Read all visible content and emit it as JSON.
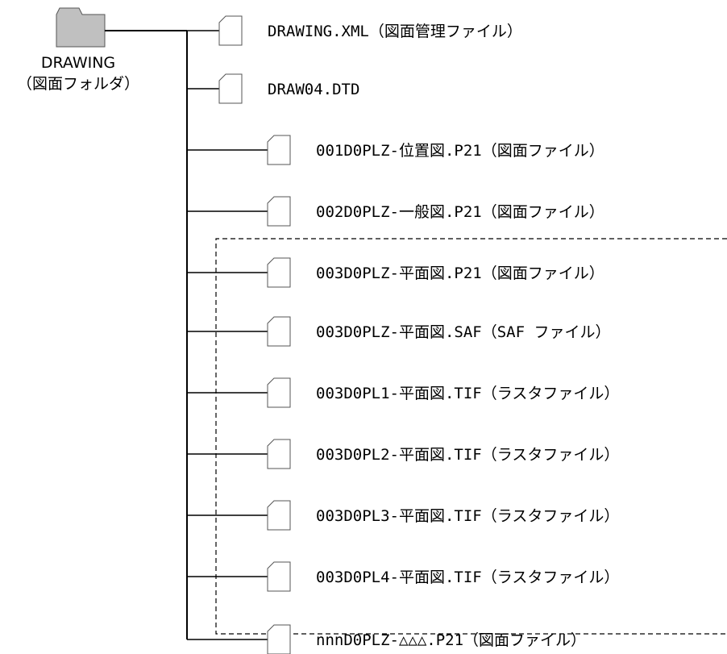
{
  "root": {
    "name": "DRAWING",
    "caption": "（図面フォルダ）"
  },
  "files": [
    {
      "name": "DRAWING.XML（図面管理ファイル）"
    },
    {
      "name": "DRAW04.DTD"
    },
    {
      "name": "001D0PLZ-位置図.P21（図面ファイル）"
    },
    {
      "name": "002D0PLZ-一般図.P21（図面ファイル）"
    },
    {
      "name": "003D0PLZ-平面図.P21（図面ファイル）"
    },
    {
      "name": "003D0PLZ-平面図.SAF（SAF ファイル）"
    },
    {
      "name": "003D0PL1-平面図.TIF（ラスタファイル）"
    },
    {
      "name": "003D0PL2-平面図.TIF（ラスタファイル）"
    },
    {
      "name": "003D0PL3-平面図.TIF（ラスタファイル）"
    },
    {
      "name": "003D0PL4-平面図.TIF（ラスタファイル）"
    },
    {
      "name": "nnnD0PLZ-△△△.P21（図面ファイル）"
    }
  ],
  "colors": {
    "line": "#000000",
    "folder_fill": "#c0c0c0",
    "file_fill": "#ffffff"
  },
  "icons": {
    "folder": "folder-icon",
    "file": "file-icon"
  }
}
